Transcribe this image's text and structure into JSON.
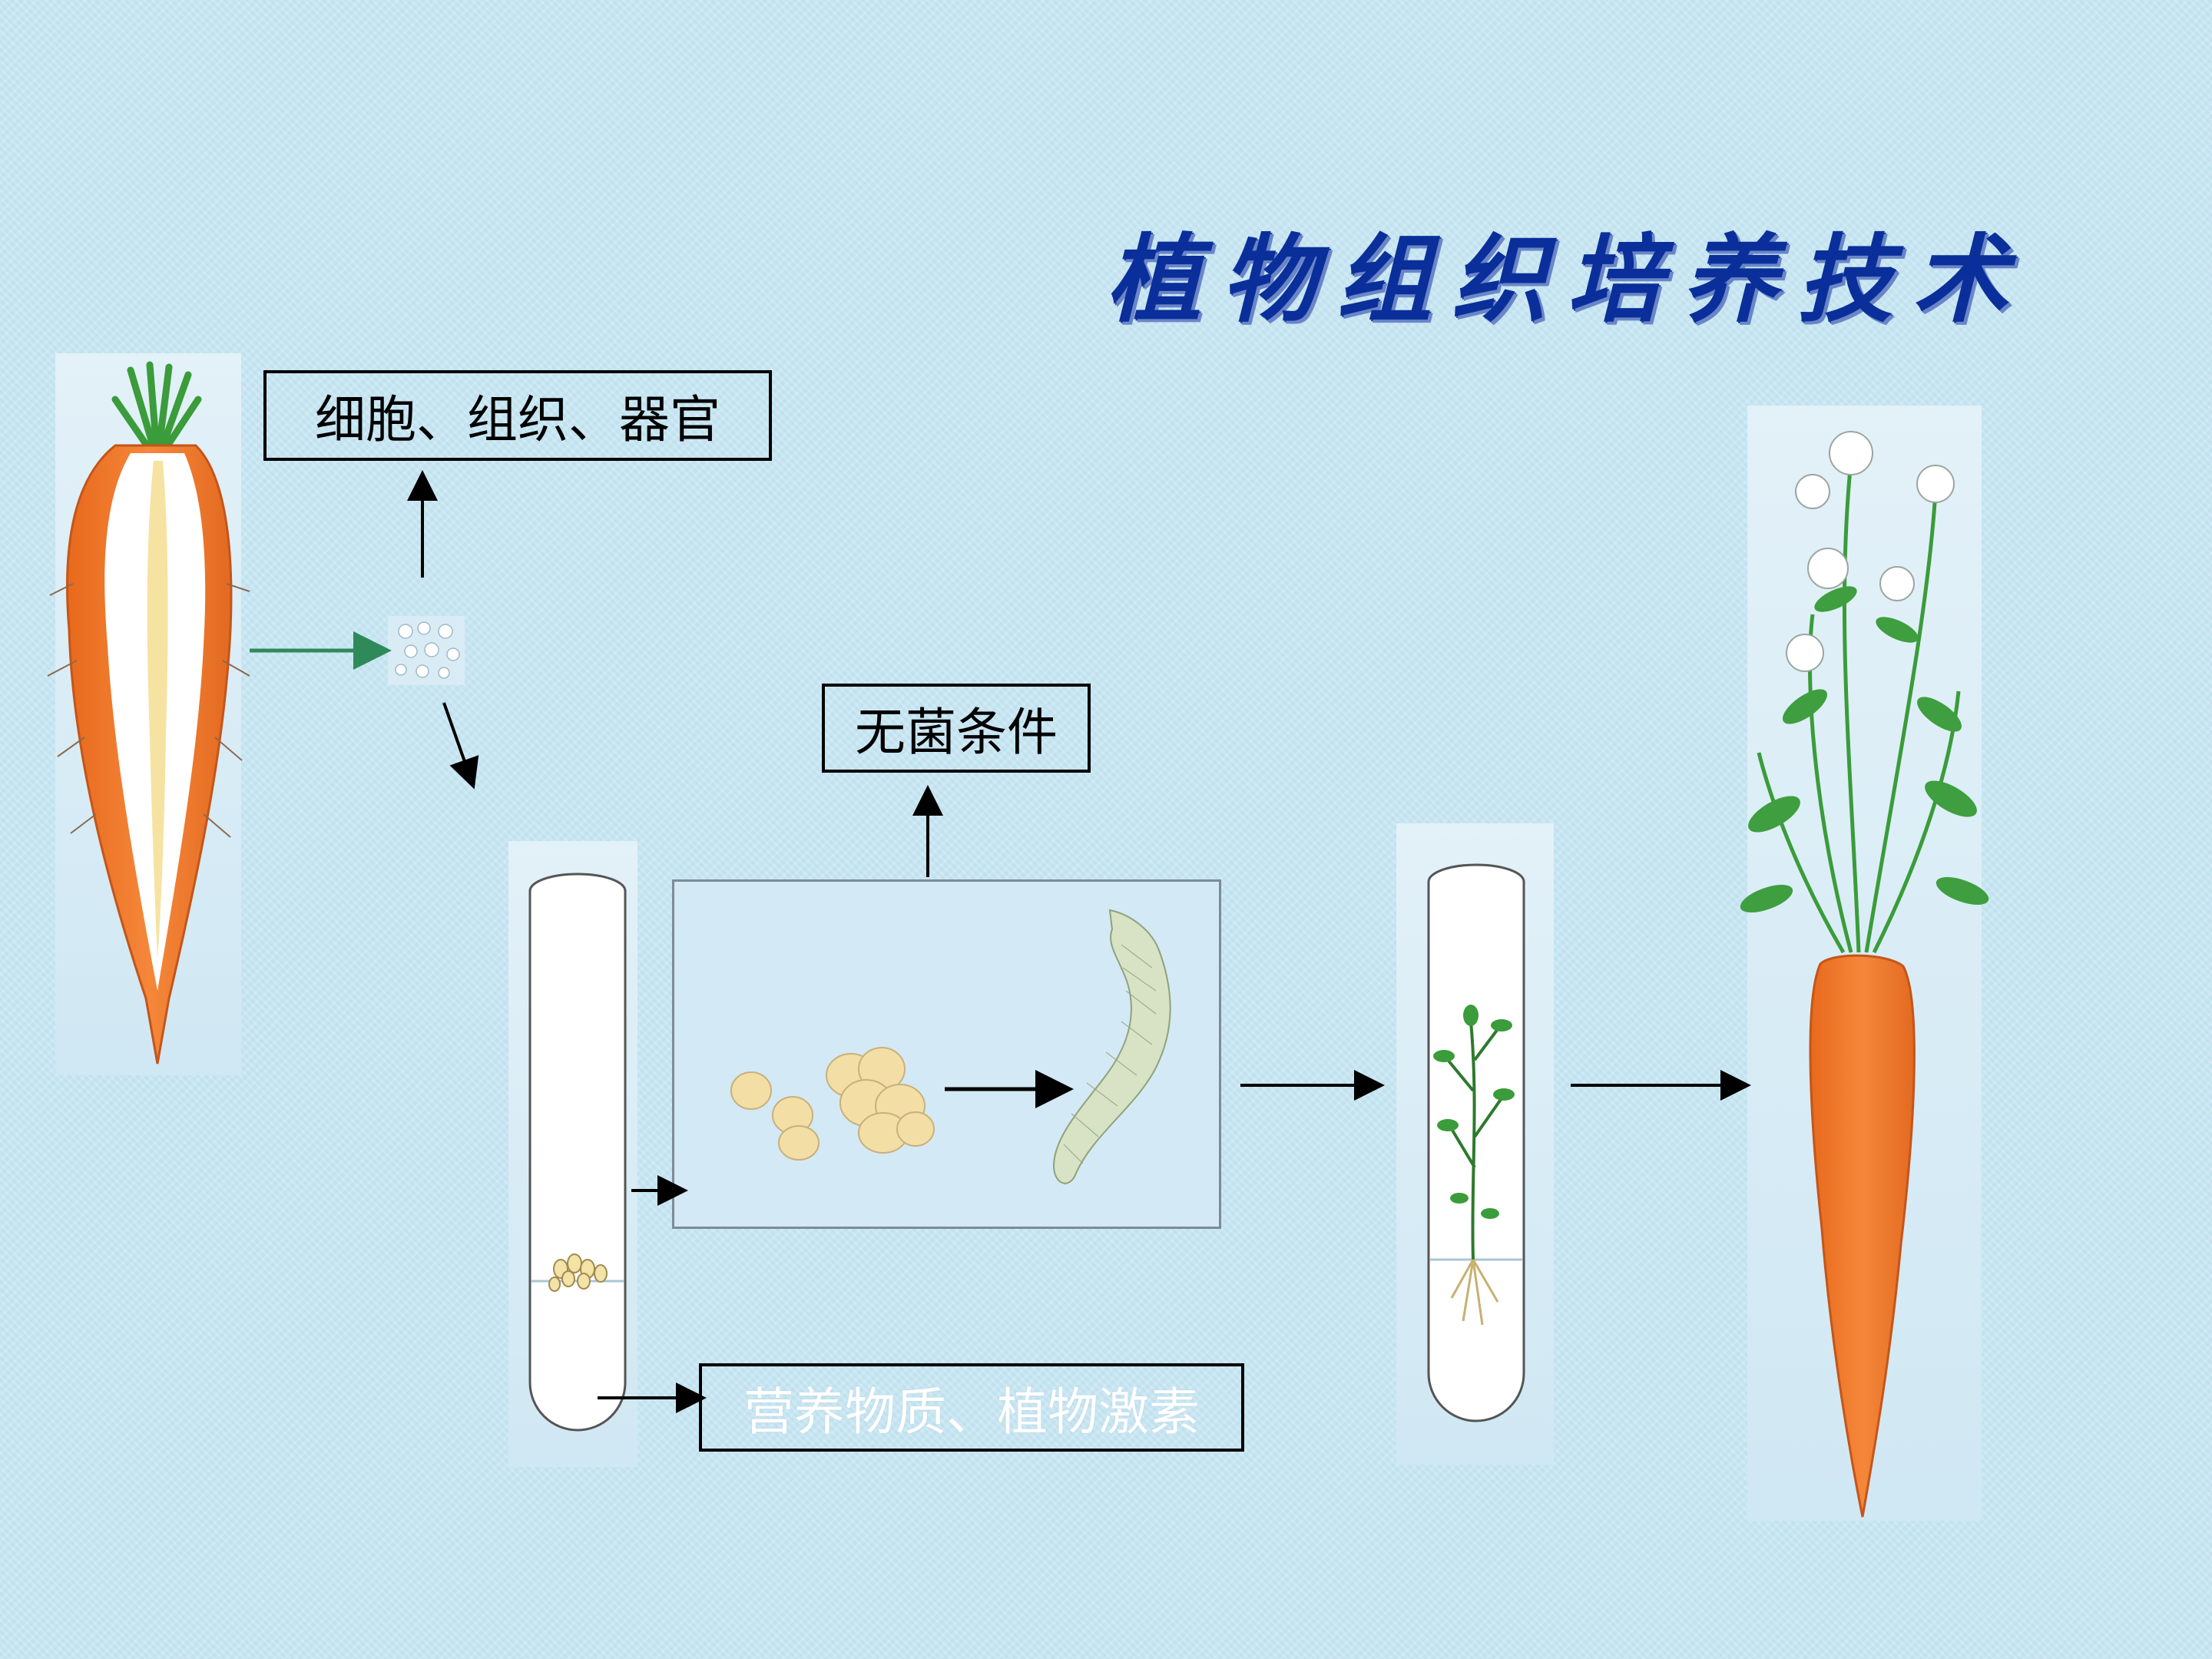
{
  "title": "植物组织培养技术",
  "labels": {
    "cells_tissue_organ": "细胞、组织、器官",
    "sterile_conditions": "无菌条件",
    "nutrients_hormones": "营养物质、植物激素"
  },
  "colors": {
    "title": "#0a2f9a",
    "carrot_orange": "#f07a2a",
    "leaf_green": "#3a9c3a",
    "callus_beige": "#f3dfa6",
    "arrow_green": "#2f8a5a"
  }
}
